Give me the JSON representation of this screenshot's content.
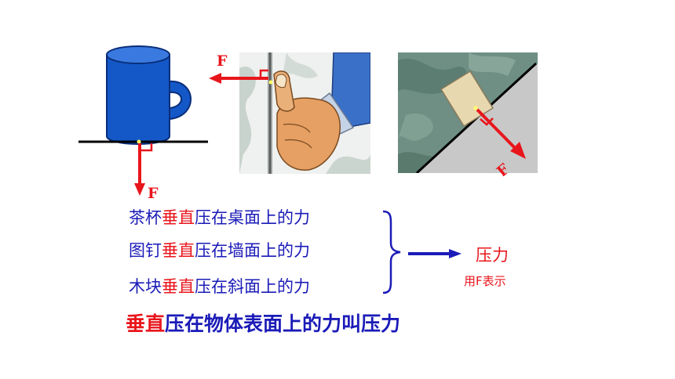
{
  "figures": {
    "cup": {
      "force_label": "F"
    },
    "thumbtack": {
      "force_label": "F"
    },
    "incline": {
      "force_label": "F"
    }
  },
  "examples": [
    {
      "before": "茶杯",
      "highlight": "垂直",
      "after": "压在桌面上的力"
    },
    {
      "before": "图钉",
      "highlight": "垂直",
      "after": "压在墙面上的力"
    },
    {
      "before": "木块",
      "highlight": "垂直",
      "after": "压在斜面上的力"
    }
  ],
  "result": {
    "title": "压力",
    "note": "用F表示"
  },
  "conclusion": {
    "highlight": "垂直",
    "rest": "压在物体表面上的力叫压力"
  },
  "colors": {
    "blue_text": "#1b1bb8",
    "red_text": "#e8161c",
    "cup_blue": "#1458c8"
  }
}
